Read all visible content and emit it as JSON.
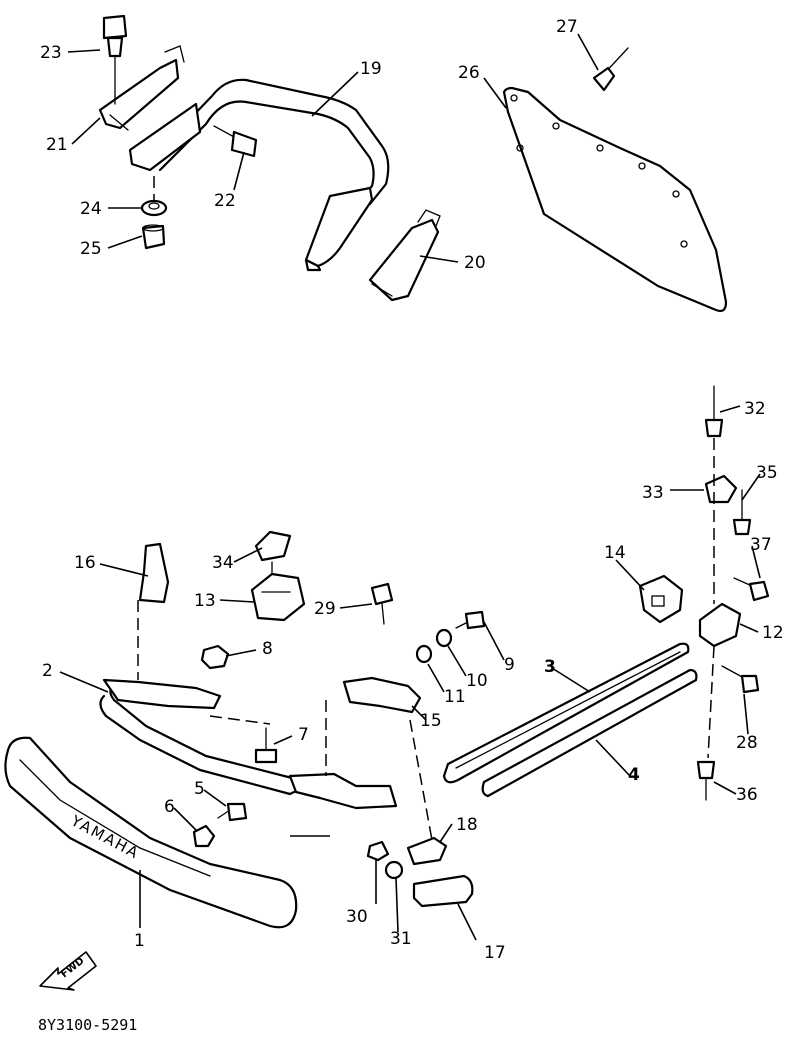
{
  "diagram": {
    "drawing_code": "8Y3100-5291",
    "front_arrow_label": "FWD",
    "bumper_emboss": "YAMAHA",
    "callouts": {
      "c1": "1",
      "c2": "2",
      "c3": "3",
      "c4": "4",
      "c5": "5",
      "c6": "6",
      "c7": "7",
      "c8": "8",
      "c9": "9",
      "c10": "10",
      "c11": "11",
      "c12": "12",
      "c13": "13",
      "c14": "14",
      "c15": "15",
      "c16": "16",
      "c17": "17",
      "c18": "18",
      "c19": "19",
      "c20": "20",
      "c21": "21",
      "c22": "22",
      "c23": "23",
      "c24": "24",
      "c25": "25",
      "c26": "26",
      "c27": "27",
      "c28": "28",
      "c29": "29",
      "c30": "30",
      "c31": "31",
      "c32": "32",
      "c33": "33",
      "c34": "34",
      "c35": "35",
      "c36": "36",
      "c37": "37"
    }
  }
}
